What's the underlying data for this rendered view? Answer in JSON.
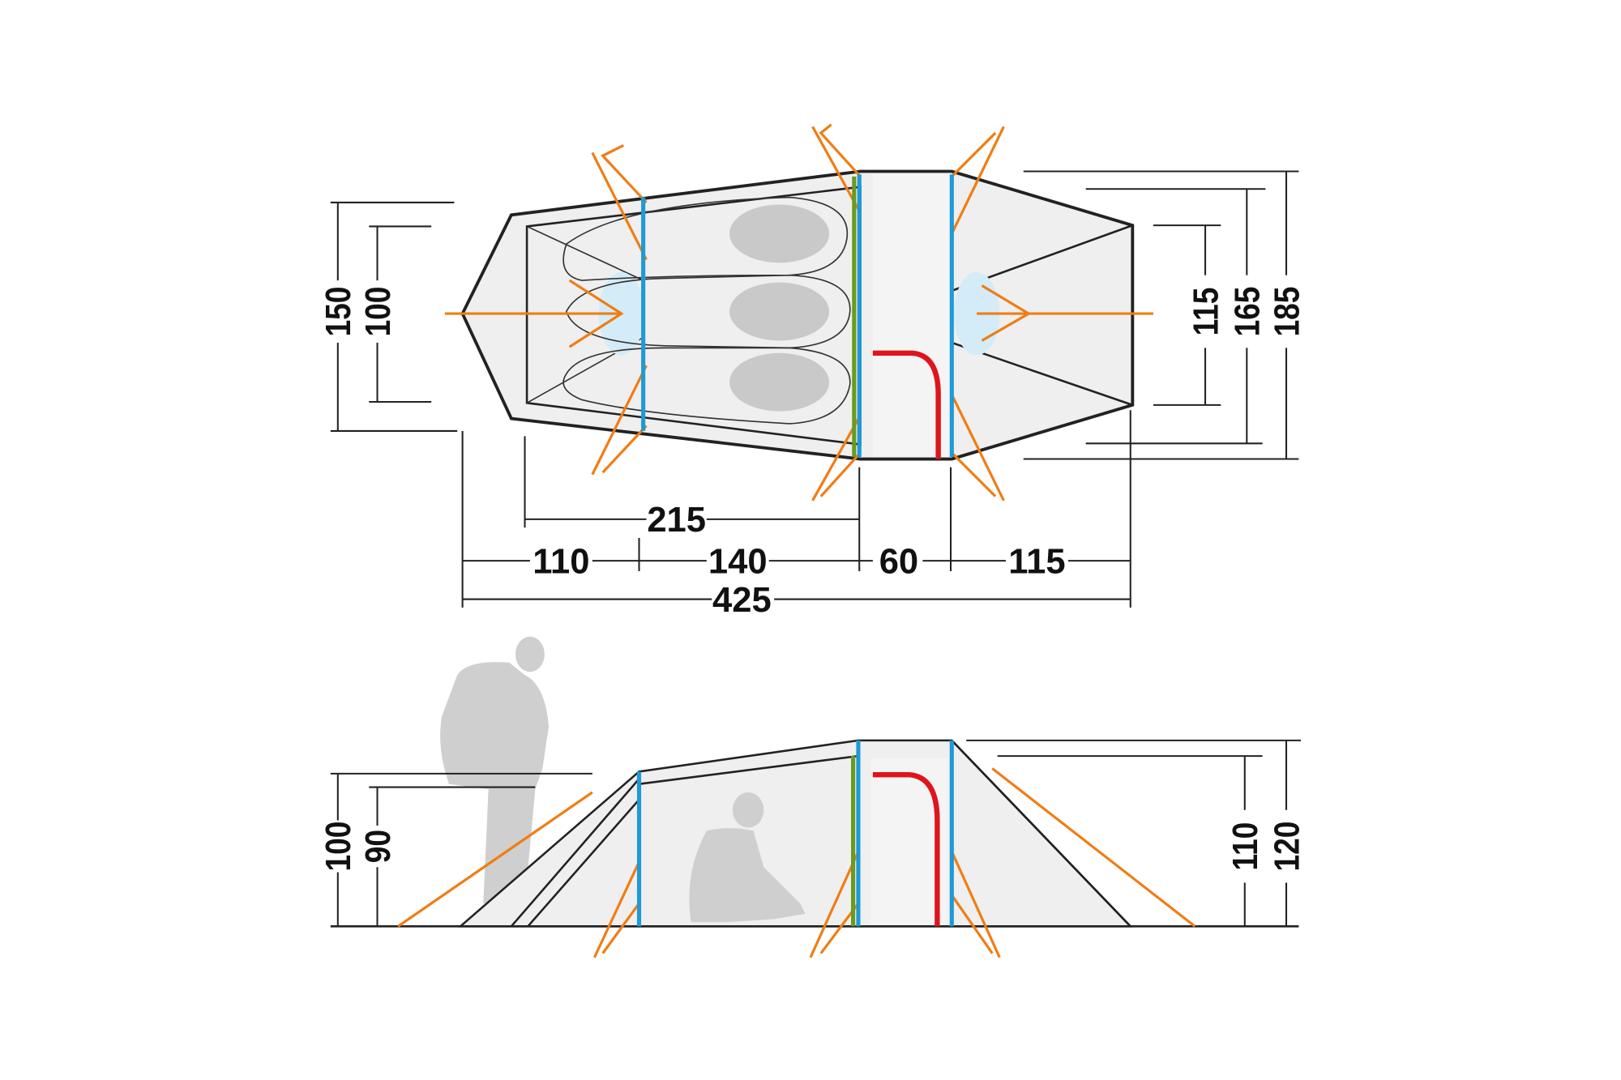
{
  "top_view": {
    "width_dims": [
      "150",
      "100"
    ],
    "right_dims": [
      "115",
      "165",
      "185"
    ],
    "inner_length": "215",
    "segments": [
      "110",
      "140",
      "60",
      "115"
    ],
    "total_length": "425"
  },
  "side_view": {
    "left_heights": [
      "100",
      "90"
    ],
    "right_heights": [
      "110",
      "120"
    ]
  },
  "colors": {
    "pole": "#1e9ad6",
    "guy_line": "#f07d14",
    "door": "#e0141b",
    "green_pole": "#6a9a1f",
    "tent_fill": "#efefef"
  }
}
